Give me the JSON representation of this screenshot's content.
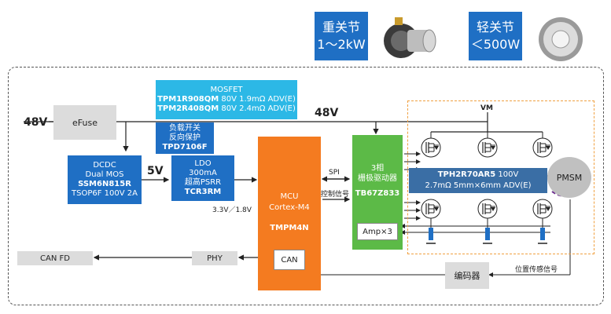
{
  "joints": {
    "heavy": {
      "title": "重关节",
      "power": "1～2kW"
    },
    "light": {
      "title": "轻关节",
      "power": "＜500W"
    }
  },
  "labels": {
    "v48_left": "48V",
    "v48_right": "48V",
    "v5": "5V",
    "vm": "VM",
    "spi": "SPI",
    "ctrl": "控制信号",
    "v33": "3.3V／1.8V",
    "pos_signal": "位置传感信号"
  },
  "efuse": "eFuse",
  "mosfet": {
    "title": "MOSFET",
    "line1_part": "TPM1R908QM",
    "line1_spec": " 80V 1.9mΩ ADV(E)",
    "line2_part": "TPM2R408QM",
    "line2_spec": " 80V 2.4mΩ ADV(E)"
  },
  "load_switch": {
    "line1": "负载开关",
    "line2": "反向保护",
    "part": "TPD7106F"
  },
  "dcdc": {
    "line1": "DCDC",
    "line2": "Dual MOS",
    "part": "SSM6N815R",
    "spec": "TSOP6F 100V 2A"
  },
  "ldo": {
    "line1": "LDO",
    "line2": "300mA",
    "line3": "超高PSRR",
    "part": "TCR3RM"
  },
  "mcu": {
    "line1": "MCU",
    "line2": "Cortex-M4",
    "part": "TMPM4N",
    "can": "CAN"
  },
  "driver": {
    "line1": "3相",
    "line2": "栅极驱动器",
    "part": "TB67Z833",
    "amp": "Amp×3"
  },
  "power_stage": {
    "part": "TPH2R70AR5",
    "spec1": " 100V",
    "spec2": "2.7mΩ 5mm×6mm ADV(E)"
  },
  "pmsm": "PMSM",
  "encoder": "编码器",
  "phy": "PHY",
  "canfd": "CAN FD",
  "colors": {
    "blue": "#1f6fc4",
    "cyan": "#2cb8e6",
    "orange": "#f47b20",
    "green": "#5cba47",
    "steel": "#3a6ea5"
  }
}
